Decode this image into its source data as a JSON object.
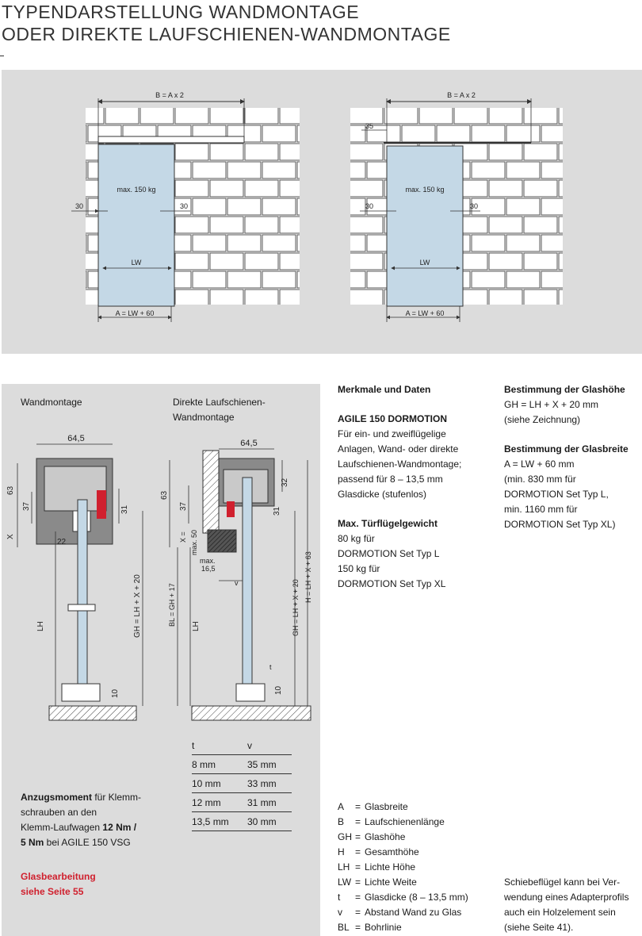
{
  "title": {
    "line1": "TYPENDARSTELLUNG WANDMONTAGE",
    "line2": "ODER DIREKTE LAUFSCHIENEN-WANDMONTAGE"
  },
  "top_diagrams": [
    {
      "b_label": "B = A x 2",
      "weight": "max. 150 kg",
      "left_dim": "30",
      "right_dim": "30",
      "lw": "LW",
      "a_label": "A = LW + 60"
    },
    {
      "b_label": "B = A x 2",
      "top_dim": "35",
      "weight": "max. 150 kg",
      "left_dim": "30",
      "right_dim": "30",
      "lw": "LW",
      "a_label": "A = LW + 60"
    }
  ],
  "sections": {
    "wand": {
      "heading": "Wandmontage",
      "dims": {
        "w": "64,5",
        "h63": "63",
        "h37": "37",
        "x": "X",
        "h31": "31",
        "d22": "22",
        "lh": "LH",
        "gh": "GH = LH + X + 20",
        "d10": "10"
      }
    },
    "direkt": {
      "heading1": "Direkte Laufschienen-",
      "heading2": "Wandmontage",
      "dims": {
        "w": "64,5",
        "h63": "63",
        "h37": "37",
        "h32": "32",
        "h31": "31",
        "x": "X =",
        "max50": "max. 50",
        "max": "max.",
        "d165": "16,5",
        "v": "v",
        "bl": "BL = GH + 17",
        "lh": "LH",
        "gh": "GH = LH + X + 20",
        "h": "H = LH + X + 63",
        "t": "t",
        "d10": "10"
      }
    }
  },
  "tv_table": {
    "headers": [
      "t",
      "v"
    ],
    "rows": [
      [
        "8 mm",
        "35 mm"
      ],
      [
        "10 mm",
        "33 mm"
      ],
      [
        "12 mm",
        "31 mm"
      ],
      [
        "13,5 mm",
        "30 mm"
      ]
    ]
  },
  "torque": {
    "bold1": "Anzugsmoment",
    "text1": " für Klemm-",
    "line2": "schrauben an den",
    "line3a": "Klemm-Laufwagen ",
    "line3b": "12 Nm /",
    "line4a": "5 Nm",
    "line4b": " bei AGILE 150 VSG"
  },
  "glass_link": {
    "line1": "Glasbearbeitung",
    "line2": "siehe Seite 55"
  },
  "specs": {
    "heading": "Merkmale und Daten",
    "product": "AGILE 150 DORMOTION",
    "desc": [
      "Für ein- und zweiflügelige",
      "Anlagen, Wand- oder direkte",
      "Laufschienen-Wandmontage;",
      "passend für 8 – 13,5 mm",
      "Glasdicke (stufenlos)"
    ],
    "weight_heading": "Max. Türflügelgewicht",
    "weight_lines": [
      "80 kg für",
      "DORMOTION Set Typ L",
      "150 kg für",
      "DORMOTION Set Typ XL"
    ]
  },
  "glass_height": {
    "heading": "Bestimmung der Glashöhe",
    "lines": [
      "GH = LH + X + 20 mm",
      "(siehe Zeichnung)"
    ]
  },
  "glass_width": {
    "heading": "Bestimmung der Glasbreite",
    "lines": [
      "A = LW + 60 mm",
      "(min. 830 mm für",
      "DORMOTION Set Typ L,",
      "min. 1160 mm für",
      "DORMOTION Set Typ XL)"
    ]
  },
  "legend": [
    {
      "k": "A",
      "v": "Glasbreite"
    },
    {
      "k": "B",
      "v": "Laufschienenlänge"
    },
    {
      "k": "GH",
      "v": "Glashöhe"
    },
    {
      "k": "H",
      "v": "Gesamthöhe"
    },
    {
      "k": "LH",
      "v": "Lichte Höhe"
    },
    {
      "k": "LW",
      "v": "Lichte Weite"
    },
    {
      "k": "t",
      "v": "Glasdicke (8 – 13,5 mm)"
    },
    {
      "k": "v",
      "v": "Abstand Wand zu Glas"
    },
    {
      "k": "BL",
      "v": "Bohrlinie"
    }
  ],
  "note": [
    "Schiebeflügel kann bei Ver-",
    "wendung eines Adapterprofils",
    "auch ein Holzelement sein",
    "(siehe Seite 41)."
  ],
  "colors": {
    "panel": "#dcdcdc",
    "glass": "#c4d8e6",
    "accent_red": "#d0202e",
    "profile": "#8a8a8a"
  }
}
